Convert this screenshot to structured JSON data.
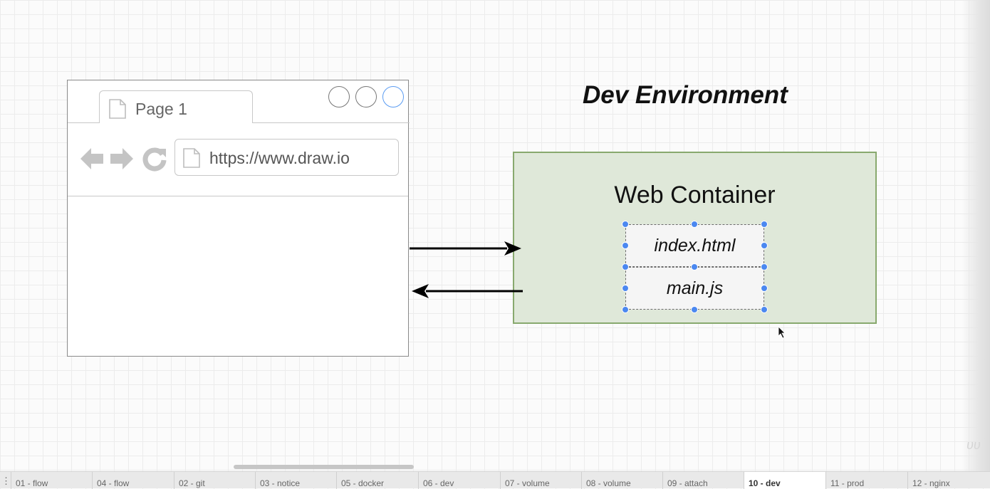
{
  "browser": {
    "tab_label": "Page 1",
    "url": "https://www.draw.io",
    "icons": [
      "page-icon",
      "back-arrow-icon",
      "forward-arrow-icon",
      "reload-icon"
    ]
  },
  "diagram": {
    "title": "Dev Environment",
    "container_title": "Web Container",
    "files": [
      "index.html",
      "main.js"
    ]
  },
  "pages": [
    {
      "label": "01 - flow"
    },
    {
      "label": "04 - flow"
    },
    {
      "label": "02 - git"
    },
    {
      "label": "03 - notice"
    },
    {
      "label": "05 - docker"
    },
    {
      "label": "06 - dev"
    },
    {
      "label": "07 - volume"
    },
    {
      "label": "08 - volume"
    },
    {
      "label": "09 - attach"
    },
    {
      "label": "10 - dev",
      "active": true
    },
    {
      "label": "11 - prod"
    },
    {
      "label": "12 - nginx"
    }
  ],
  "colors": {
    "container_fill": "#dfe8d9",
    "container_border": "#88a96e",
    "selection_handle": "#4b88f0"
  }
}
